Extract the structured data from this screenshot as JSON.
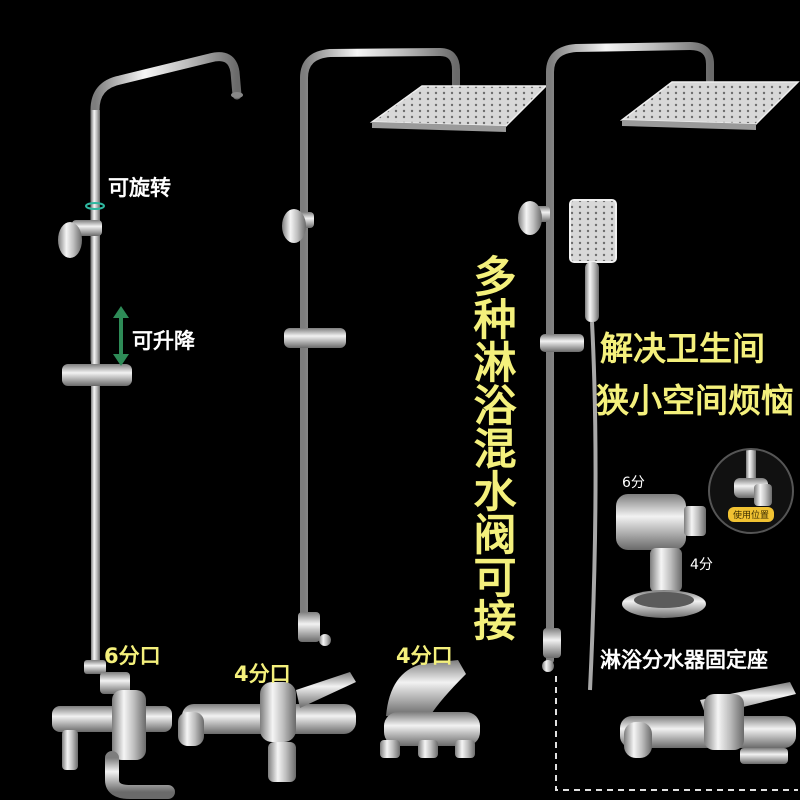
{
  "labels": {
    "rotatable": "可旋转",
    "liftable": "可升降",
    "multi_mixer": "多种淋浴混水阀可接",
    "solve_line1": "解决卫生间",
    "solve_line2": "狭小空间烦恼",
    "fitting_6fen": "6分",
    "fitting_4fen": "4分",
    "usage_position": "使用位置",
    "bracket_caption": "淋浴分水器固定座",
    "port_6fen": "6分口",
    "port_4fen_a": "4分口",
    "port_4fen_b": "4分口"
  },
  "colors": {
    "background": "#000000",
    "highlight_text": "#f4f07c",
    "chrome": "#c9c9c9",
    "green_arrow": "#2e8b57"
  },
  "icons": [
    "green-double-arrow-icon"
  ]
}
